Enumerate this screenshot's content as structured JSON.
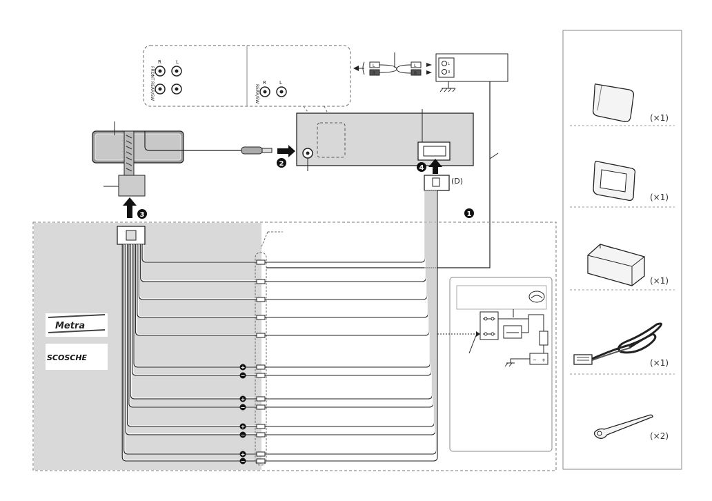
{
  "rca_panel_left": {
    "r_label": "R",
    "l_label": "L",
    "front_label": "FRONT",
    "rear_sw_label": "REAR/SW"
  },
  "rca_panel_right": {
    "r_label": "R",
    "l_label": "L",
    "rear_sw_label": "REAR/SW"
  },
  "rca_plug_labels": {
    "left": "L",
    "right": "R"
  },
  "amp_input_labels": {
    "left": "L",
    "right": "R"
  },
  "connector_d_label": "(D)",
  "step_markers": {
    "step1": "1",
    "step2": "2",
    "step3": "3",
    "step4": "4"
  },
  "speaker_polarity": {
    "plus": "+",
    "minus": "−"
  },
  "brand_logos": {
    "metra": "Metra",
    "scosche": "SCOSCHE"
  },
  "accessories": [
    {
      "name": "faceplate-case",
      "quantity": "(×1)"
    },
    {
      "name": "trim-plate",
      "quantity": "(×1)"
    },
    {
      "name": "mounting-sleeve",
      "quantity": "(×1)"
    },
    {
      "name": "wiring-harness",
      "quantity": "(×1)"
    },
    {
      "name": "extraction-key",
      "quantity": "(×2)"
    }
  ],
  "colors": {
    "line": "#222222",
    "shaded_area": "#d9d9d9",
    "unit_body": "#d8d8d8",
    "dashed": "#777777"
  }
}
